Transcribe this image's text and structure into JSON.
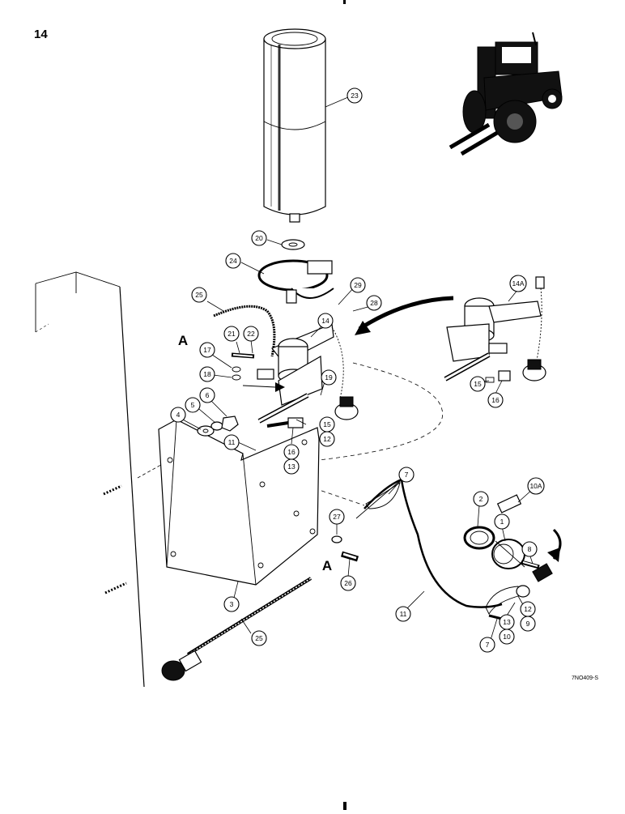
{
  "page_number": "14",
  "figure_code": "7NO409-S",
  "reference_letters": [
    "A",
    "A"
  ],
  "callouts": [
    "23",
    "20",
    "24",
    "25",
    "29",
    "28",
    "14",
    "14A",
    "21",
    "22",
    "17",
    "18",
    "19",
    "6",
    "5",
    "4",
    "15",
    "12",
    "11",
    "16",
    "13",
    "15",
    "16",
    "7",
    "10A",
    "2",
    "1",
    "8",
    "27",
    "26",
    "3",
    "25",
    "11",
    "12",
    "9",
    "13",
    "10",
    "7"
  ]
}
